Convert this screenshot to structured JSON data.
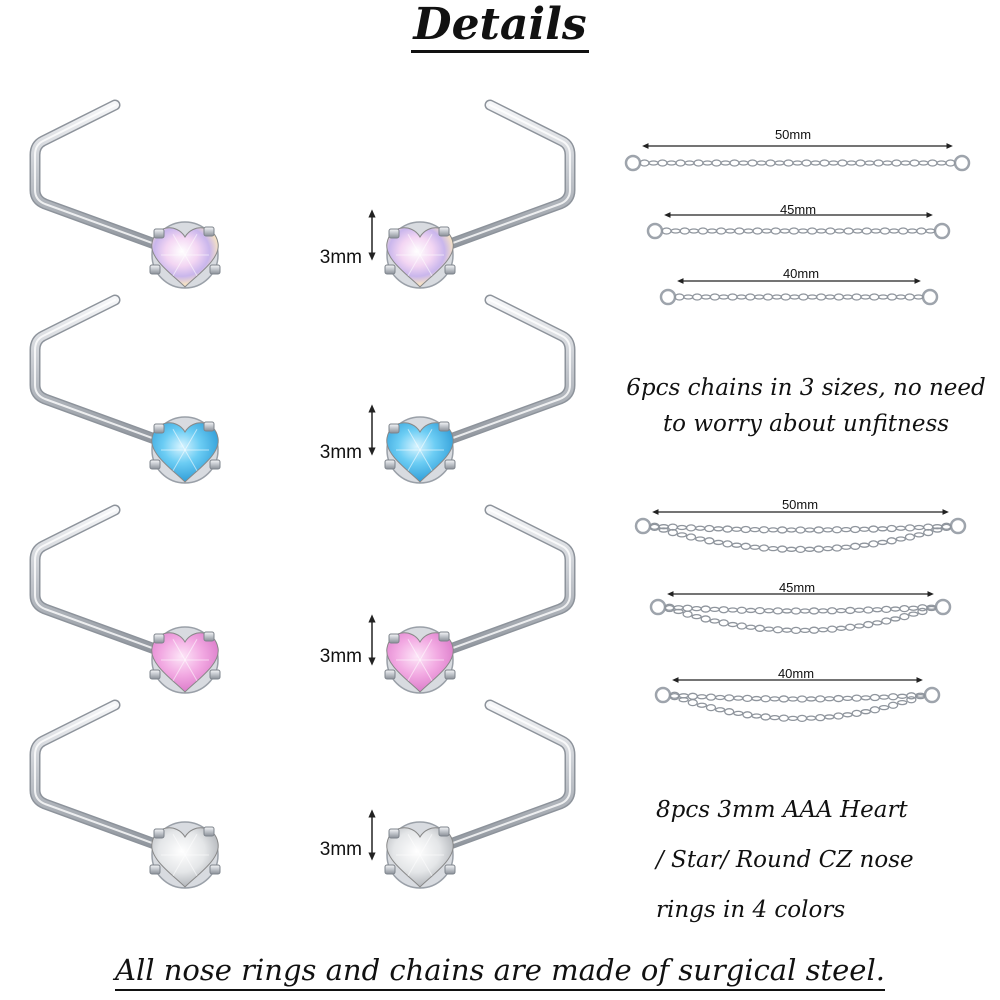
{
  "title": "Details",
  "rows": [
    {
      "size_label": "3mm",
      "gem": "aurora",
      "shape": "heart"
    },
    {
      "size_label": "3mm",
      "gem": "aqua",
      "shape": "heart"
    },
    {
      "size_label": "3mm",
      "gem": "pink",
      "shape": "heart"
    },
    {
      "size_label": "3mm",
      "gem": "clear",
      "shape": "heart"
    }
  ],
  "single_chains": [
    "50mm",
    "45mm",
    "40mm"
  ],
  "double_chains": [
    "50mm",
    "45mm",
    "40mm"
  ],
  "caption_chains": {
    "line1": "6pcs chains in 3 sizes, no need",
    "line2": "to worry about unfitness"
  },
  "caption_rings": {
    "line1": "8pcs 3mm AAA Heart",
    "line2": "/ Star/ Round CZ nose",
    "line3": "rings in 4 colors"
  },
  "footer": "All nose rings and chains are made of surgical steel.",
  "colors": {
    "aurora": "#e8c8ec",
    "aqua": "#5cc0ec",
    "pink": "#f0a6e0",
    "clear": "#eeeeee",
    "steel": "#c8ccd2"
  }
}
